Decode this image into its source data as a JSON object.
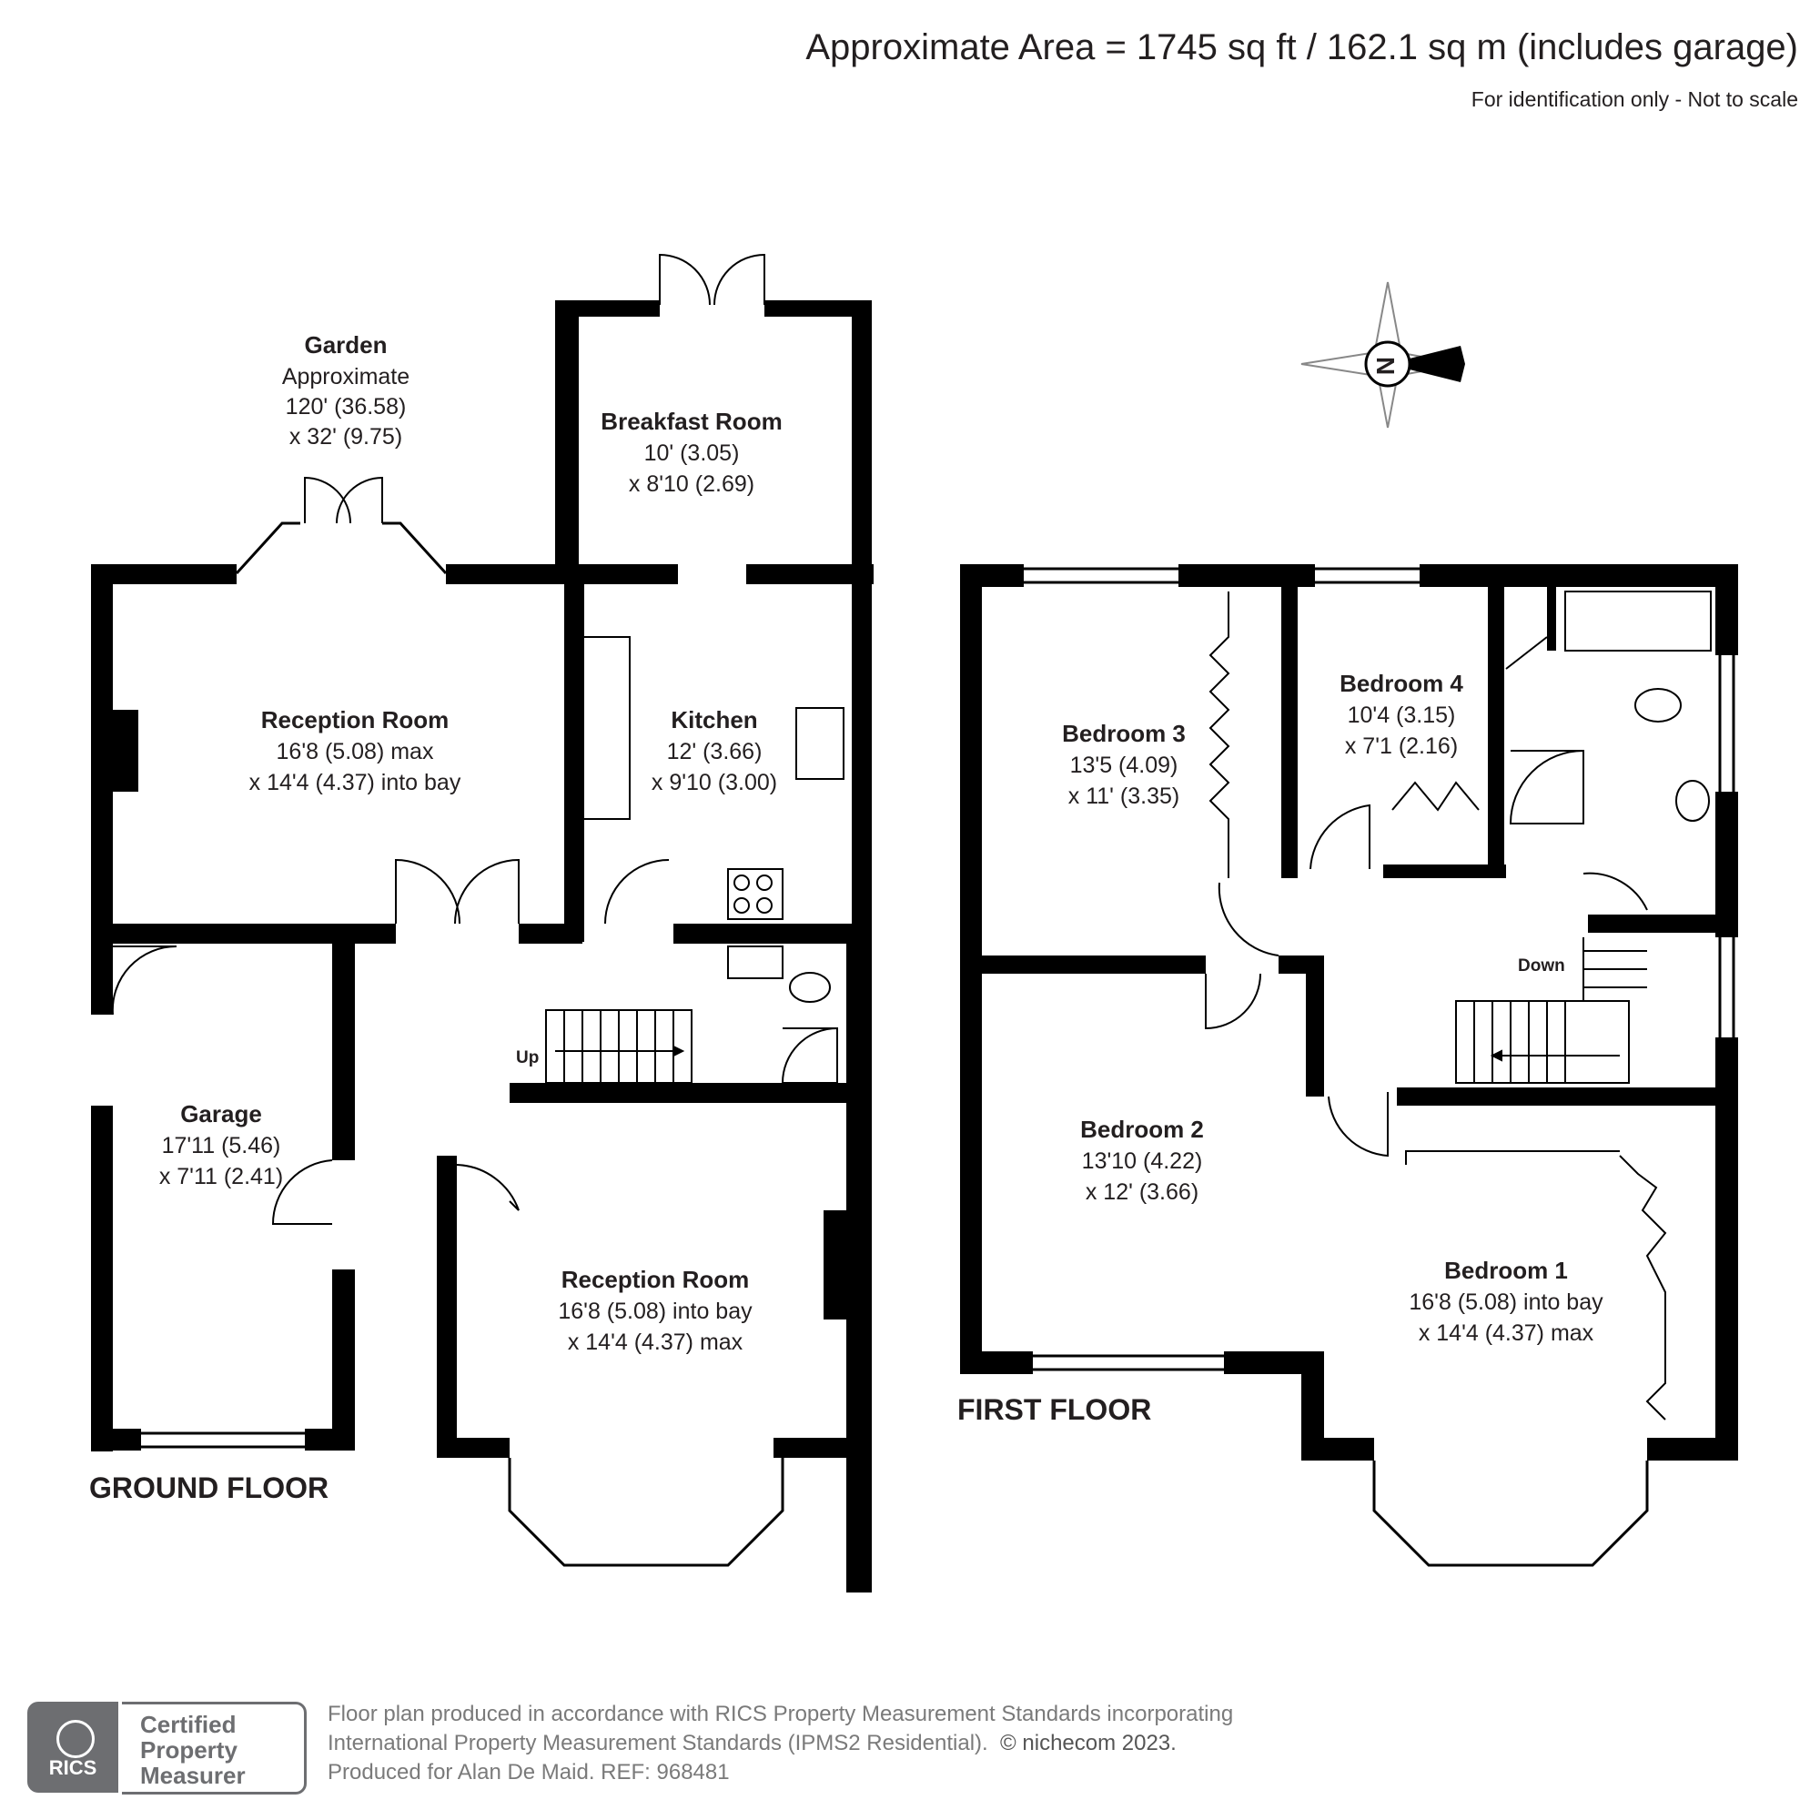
{
  "header": {
    "area": "Approximate Area = 1745 sq ft / 162.1 sq m (includes garage)",
    "note": "For identification only - Not to scale"
  },
  "compass": {
    "label": "N"
  },
  "ground_floor": {
    "title": "GROUND FLOOR",
    "stairs_label": "Up",
    "rooms": {
      "garden": {
        "name": "Garden",
        "line1": "Approximate",
        "line2": "120' (36.58)",
        "line3": "x 32' (9.75)"
      },
      "breakfast": {
        "name": "Breakfast Room",
        "line1": "10' (3.05)",
        "line2": "x 8'10 (2.69)"
      },
      "reception_rear": {
        "name": "Reception Room",
        "line1": "16'8 (5.08) max",
        "line2": "x 14'4 (4.37) into bay"
      },
      "kitchen": {
        "name": "Kitchen",
        "line1": "12' (3.66)",
        "line2": "x 9'10 (3.00)"
      },
      "garage": {
        "name": "Garage",
        "line1": "17'11 (5.46)",
        "line2": "x 7'11 (2.41)"
      },
      "reception_front": {
        "name": "Reception Room",
        "line1": "16'8 (5.08) into bay",
        "line2": "x 14'4 (4.37) max"
      }
    }
  },
  "first_floor": {
    "title": "FIRST FLOOR",
    "stairs_label": "Down",
    "rooms": {
      "bedroom3": {
        "name": "Bedroom 3",
        "line1": "13'5 (4.09)",
        "line2": "x 11' (3.35)"
      },
      "bedroom4": {
        "name": "Bedroom 4",
        "line1": "10'4 (3.15)",
        "line2": "x 7'1 (2.16)"
      },
      "bedroom2": {
        "name": "Bedroom 2",
        "line1": "13'10 (4.22)",
        "line2": "x 12' (3.66)"
      },
      "bedroom1": {
        "name": "Bedroom 1",
        "line1": "16'8 (5.08) into bay",
        "line2": "x 14'4 (4.37) max"
      }
    }
  },
  "footer": {
    "line1": "Floor plan produced in accordance with RICS Property Measurement Standards incorporating",
    "line2": "International Property Measurement Standards (IPMS2 Residential).",
    "copyright": "© nichecom 2023.",
    "line3": "Produced for Alan De Maid.   REF: 968481",
    "rics_mark": "RICS",
    "badge_line1": "Certified",
    "badge_line2": "Property",
    "badge_line3": "Measurer"
  },
  "colors": {
    "wall": "#000000",
    "text": "#231f20",
    "footer_text": "#7a7a7a",
    "badge": "#6d6e71"
  }
}
